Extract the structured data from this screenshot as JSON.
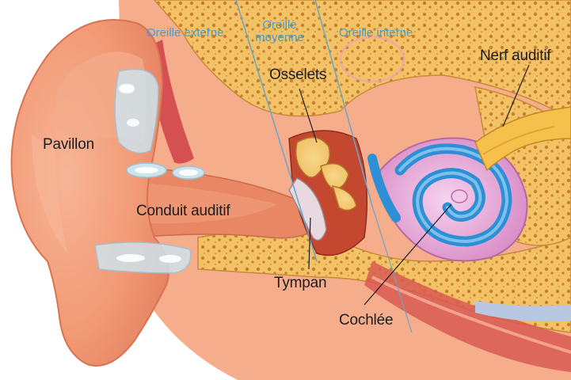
{
  "regions": {
    "outer_ear": "Oreille externe",
    "middle_ear_line1": "Oreille",
    "middle_ear_line2": "moyenne",
    "inner_ear": "Oreille interne"
  },
  "labels": {
    "pinna": "Pavillon",
    "ear_canal": "Conduit auditif",
    "ossicles": "Osselets",
    "eardrum": "Tympan",
    "cochlea": "Cochlée",
    "auditory_nerve": "Nerf auditif"
  },
  "colors": {
    "skin": "#f19a76",
    "skin_dark": "#e07f5c",
    "bone": "#f4c46a",
    "bone_light": "#fae4a8",
    "cartilage": "#cfe3ec",
    "cochlea_pink": "#e6a3d6",
    "cochlea_blue": "#2f8fd6",
    "region_text": "#3f9fd3"
  }
}
